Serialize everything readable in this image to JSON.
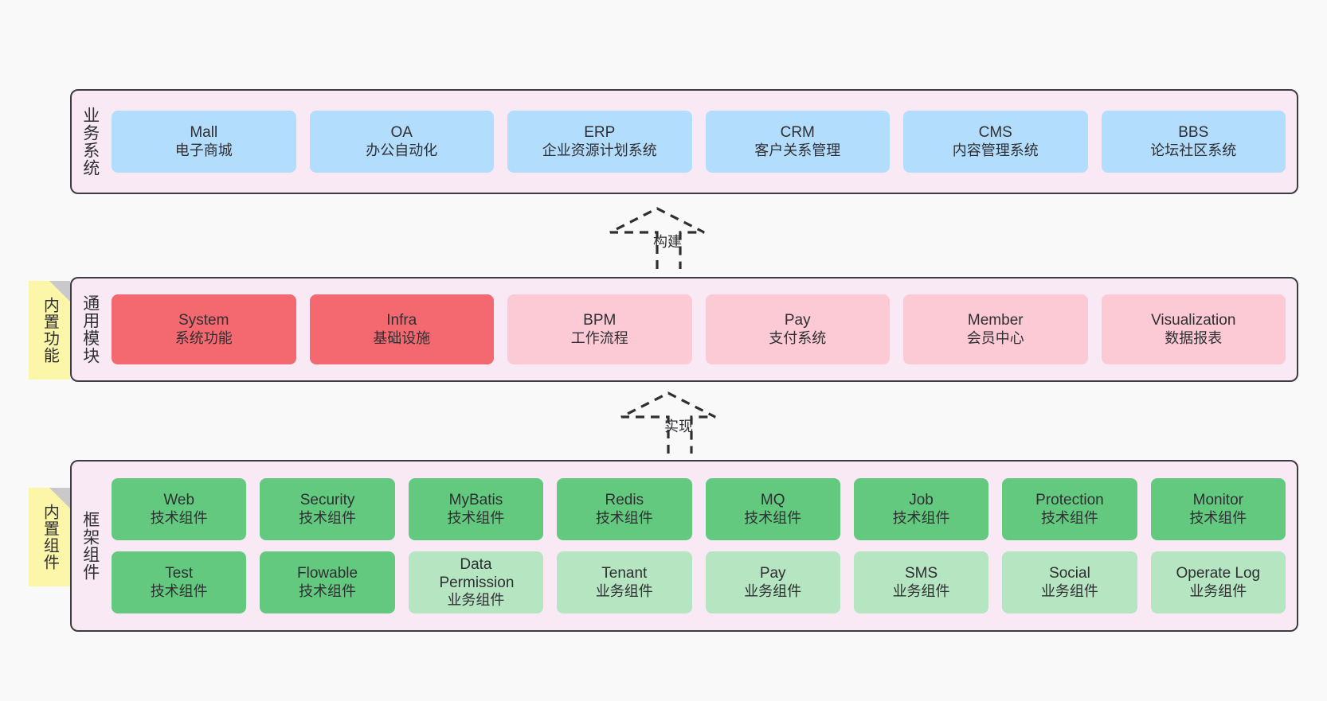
{
  "diagram": {
    "title": "框架架构分层图",
    "colors": {
      "panel_bg": "#f8e9f5",
      "panel_border": "#3f3b43",
      "business_card": "#b3ddfc",
      "module_primary": "#f4696f",
      "module_secondary": "#fccad5",
      "component_tech": "#63c97f",
      "component_biz": "#b5e5c1",
      "sticky": "#fcf7a8",
      "page_bg": "#f9f9f9"
    }
  },
  "layers": [
    {
      "id": "business-system",
      "title": "业务系统",
      "sticky": null,
      "rows": [
        {
          "style": "blue",
          "cards": [
            {
              "en": "Mall",
              "cn": "电子商城"
            },
            {
              "en": "OA",
              "cn": "办公自动化"
            },
            {
              "en": "ERP",
              "cn": "企业资源计划系统"
            },
            {
              "en": "CRM",
              "cn": "客户关系管理"
            },
            {
              "en": "CMS",
              "cn": "内容管理系统"
            },
            {
              "en": "BBS",
              "cn": "论坛社区系统"
            }
          ]
        }
      ]
    },
    {
      "id": "common-module",
      "title": "通用模块",
      "sticky": "内置功能",
      "rows": [
        {
          "style": "mixed",
          "cards": [
            {
              "en": "System",
              "cn": "系统功能",
              "style": "red"
            },
            {
              "en": "Infra",
              "cn": "基础设施",
              "style": "red"
            },
            {
              "en": "BPM",
              "cn": "工作流程",
              "style": "pink"
            },
            {
              "en": "Pay",
              "cn": "支付系统",
              "style": "pink"
            },
            {
              "en": "Member",
              "cn": "会员中心",
              "style": "pink"
            },
            {
              "en": "Visualization",
              "cn": "数据报表",
              "style": "pink"
            }
          ]
        }
      ]
    },
    {
      "id": "framework-component",
      "title": "框架组件",
      "sticky": "内置组件",
      "rows": [
        {
          "style": "mixed",
          "cards": [
            {
              "en": "Web",
              "cn": "技术组件",
              "style": "green"
            },
            {
              "en": "Security",
              "cn": "技术组件",
              "style": "green"
            },
            {
              "en": "MyBatis",
              "cn": "技术组件",
              "style": "green"
            },
            {
              "en": "Redis",
              "cn": "技术组件",
              "style": "green"
            },
            {
              "en": "MQ",
              "cn": "技术组件",
              "style": "green"
            },
            {
              "en": "Job",
              "cn": "技术组件",
              "style": "green"
            },
            {
              "en": "Protection",
              "cn": "技术组件",
              "style": "green"
            },
            {
              "en": "Monitor",
              "cn": "技术组件",
              "style": "green"
            }
          ]
        },
        {
          "style": "mixed",
          "cards": [
            {
              "en": "Test",
              "cn": "技术组件",
              "style": "green"
            },
            {
              "en": "Flowable",
              "cn": "技术组件",
              "style": "green"
            },
            {
              "en": "Data Permission",
              "cn": "业务组件",
              "style": "lightgreen"
            },
            {
              "en": "Tenant",
              "cn": "业务组件",
              "style": "lightgreen"
            },
            {
              "en": "Pay",
              "cn": "业务组件",
              "style": "lightgreen"
            },
            {
              "en": "SMS",
              "cn": "业务组件",
              "style": "lightgreen"
            },
            {
              "en": "Social",
              "cn": "业务组件",
              "style": "lightgreen"
            },
            {
              "en": "Operate Log",
              "cn": "业务组件",
              "style": "lightgreen"
            }
          ]
        }
      ]
    }
  ],
  "connectors": [
    {
      "id": "build",
      "label": "构建",
      "from": "common-module",
      "to": "business-system"
    },
    {
      "id": "implement",
      "label": "实现",
      "from": "framework-component",
      "to": "common-module"
    }
  ]
}
